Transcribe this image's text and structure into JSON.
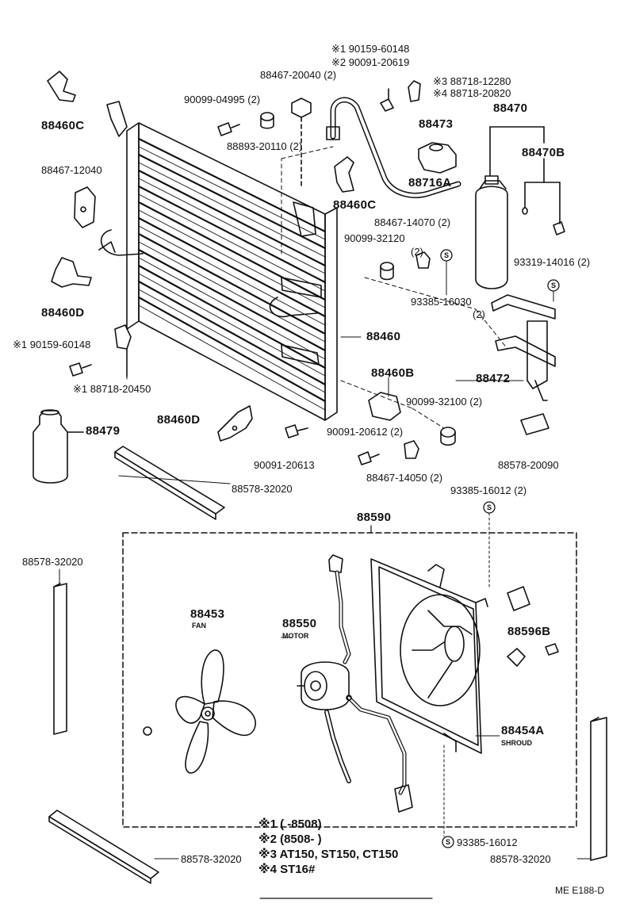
{
  "labels": {
    "p88460C_a": "88460C",
    "p88467_12040": "88467-12040",
    "p88460D_a": "88460D",
    "s1_90159_60148_left": "※1 90159-60148",
    "s1_88718_20450": "※1 88718-20450",
    "p88479": "88479",
    "p88460D_b": "88460D",
    "p90091_20613": "90091-20613",
    "p88578_32020_a": "88578-32020",
    "p90099_04995": "90099-04995 (2)",
    "p88893_20110": "88893-20110 (2)",
    "p88467_20040": "88467-20040 (2)",
    "s1_90159_60148_top": "※1 90159-60148",
    "s2_90091_20619": "※2 90091-20619",
    "s3_88718_12280": "※3 88718-12280",
    "s4_88718_20820": "※4 88718-20820",
    "p88473": "88473",
    "p88470": "88470",
    "p88470B": "88470B",
    "p88716A": "88716A",
    "p88460C_b": "88460C",
    "p88467_14070": "88467-14070 (2)",
    "p90099_32120": "90099-32120",
    "p2_a": "(2)",
    "p93319_14016": "93319-14016 (2)",
    "p93385_16030": "93385-16030",
    "p2_b": "(2)",
    "p88460": "88460",
    "p88472": "88472",
    "p88460B": "88460B",
    "p90099_32100": "90099-32100 (2)",
    "p90091_20612": "90091-20612 (2)",
    "p88467_14050": "88467-14050 (2)",
    "p88578_20090": "88578-20090",
    "p93385_16012_top": "93385-16012 (2)",
    "p88590": "88590",
    "p88578_32020_b": "88578-32020",
    "p88453": "88453",
    "fan": "FAN",
    "p88550": "88550",
    "motor": "MOTOR",
    "p88596B": "88596B",
    "p88454A": "88454A",
    "shroud": "SHROUD",
    "p93385_16012_bottom": "93385-16012",
    "p88578_32020_c": "88578-32020",
    "p88578_32020_d": "88578-32020",
    "s_mark": "S"
  },
  "notes": [
    "※1 (      -8508)",
    "※2 (8508-      )",
    "※3 AT150, ST150, CT150",
    "※4 ST16#"
  ],
  "code": "ME E188-D"
}
